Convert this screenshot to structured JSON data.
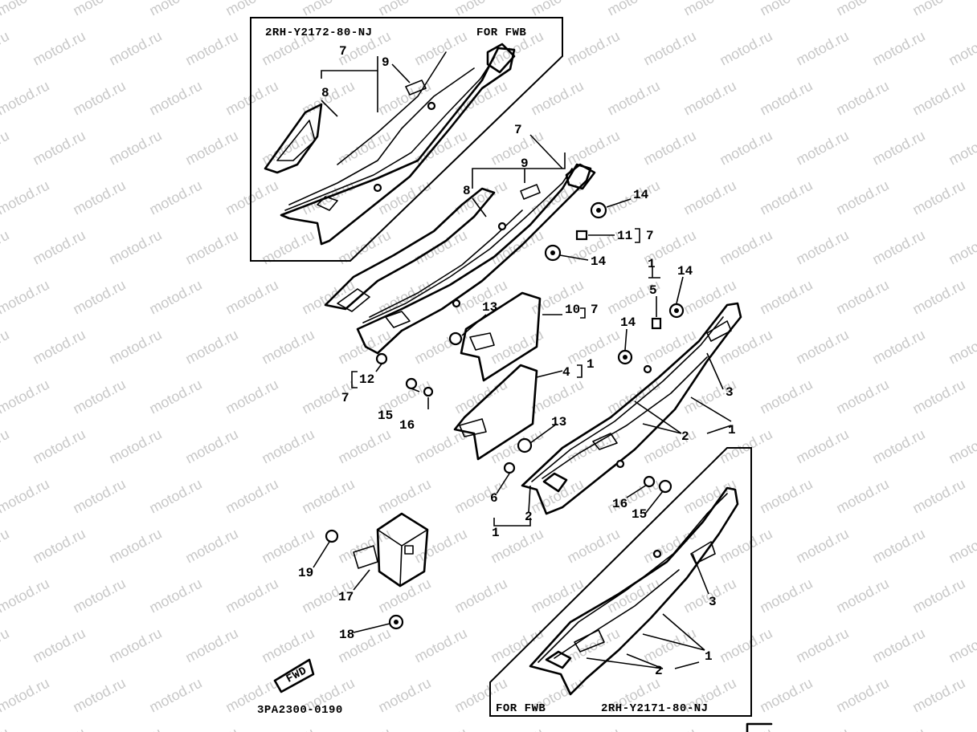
{
  "diagram": {
    "watermark_text": "motod.ru",
    "box_top": {
      "part_code": "2RH-Y2172-80-NJ",
      "variant": "FOR FWB"
    },
    "box_bottom": {
      "part_code": "2RH-Y2171-80-NJ",
      "variant": "FOR FWB"
    },
    "catalog_code": "3PA2300-0190",
    "fwd_label": "FWD",
    "labels": {
      "top_7": "7",
      "top_8": "8",
      "top_9": "9",
      "mid_7": "7",
      "mid_8": "8",
      "mid_9": "9",
      "n14_a": "14",
      "n11": "11",
      "n11_ref": "7",
      "n14_b": "14",
      "n1_top": "1",
      "n5": "5",
      "n14_c": "14",
      "n14_d": "14",
      "n13_a": "13",
      "n10": "10",
      "n10_ref": "7",
      "n4": "4",
      "n4_ref": "1",
      "n12": "12",
      "n12_ref": "7",
      "n15_a": "15",
      "n16_a": "16",
      "n3": "3",
      "n1_mid": "1",
      "n2_mid": "2",
      "n13_b": "13",
      "n6": "6",
      "n2_low": "2",
      "n1_low": "1",
      "n16_b": "16",
      "n15_b": "15",
      "n19": "19",
      "n17": "17",
      "n18": "18",
      "bottom_3": "3",
      "bottom_1": "1",
      "bottom_2": "2"
    }
  }
}
